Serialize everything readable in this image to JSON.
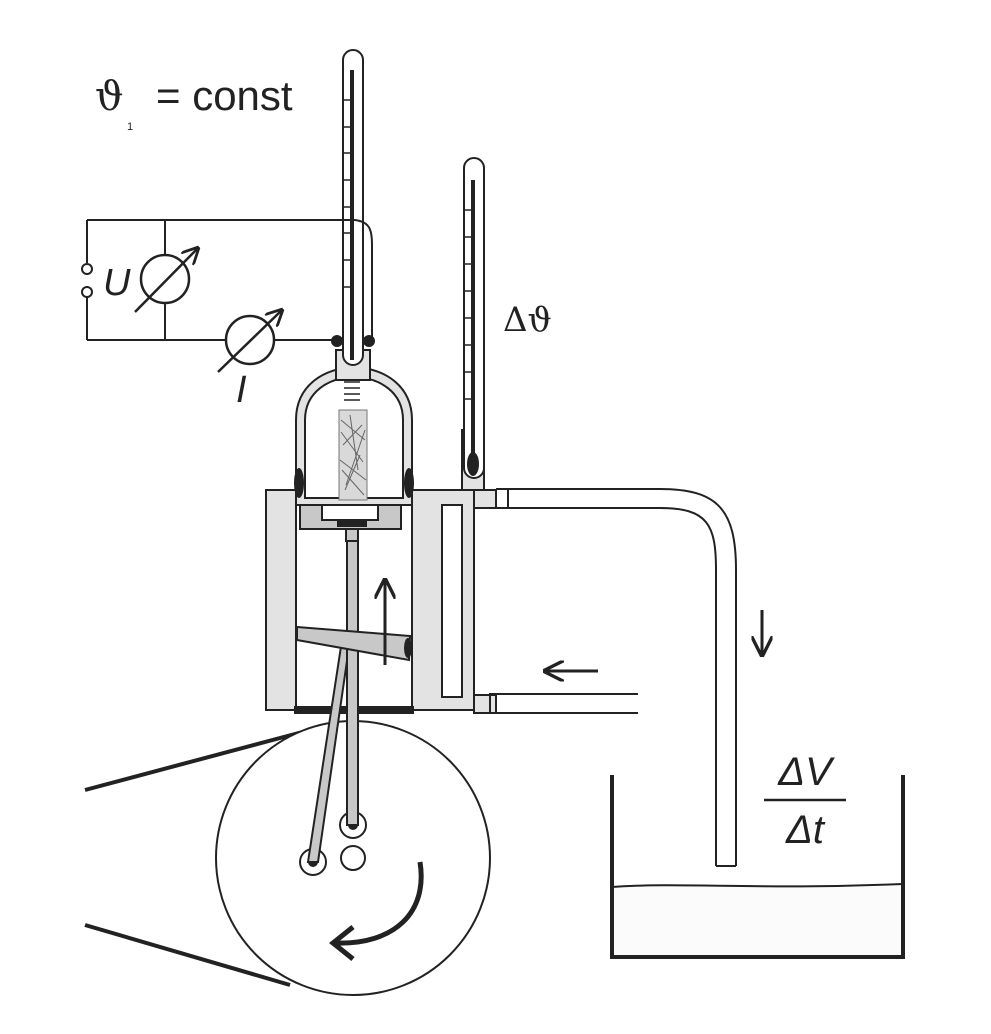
{
  "labels": {
    "theta_symbol": "ϑ",
    "theta_sub": "1",
    "theta_const": "= const",
    "voltage": "U",
    "current": "I",
    "delta_theta": "Δϑ",
    "flow_numerator": "ΔV",
    "flow_denominator": "Δt"
  },
  "colors": {
    "line": "#222222",
    "metal": "#c8c8c8",
    "light_metal": "#e3e3e3",
    "background": "#ffffff"
  },
  "icons": {
    "voltmeter": "voltmeter-icon",
    "ammeter": "ammeter-icon",
    "flow_arrow": "arrow-icon",
    "rotation_arrow": "curved-arrow-icon"
  }
}
